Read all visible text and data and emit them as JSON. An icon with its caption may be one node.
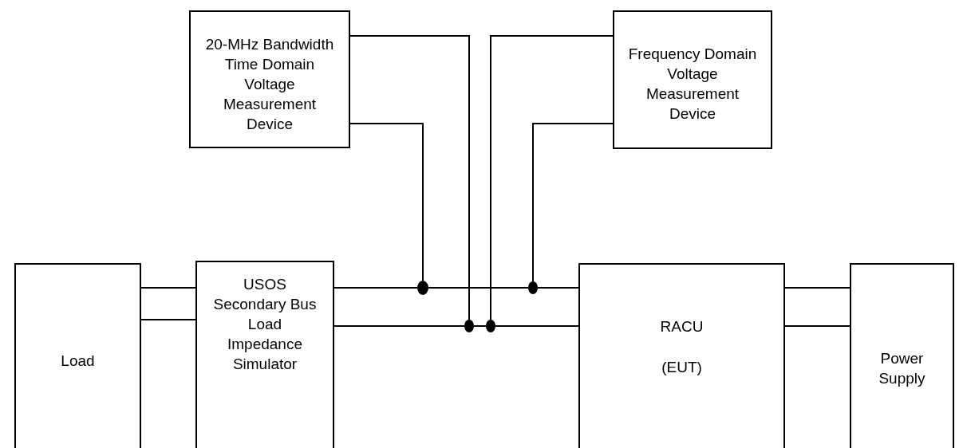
{
  "diagram": {
    "nodes": [
      {
        "text": [
          "20-MHz Bandwidth Time Domain Voltage Measurement Device"
        ]
      },
      {
        "text": [
          "Frequency Domain Voltage Measurement Device"
        ]
      },
      {
        "text": [
          "Load"
        ]
      },
      {
        "text": [
          "USOS Secondary Bus Load Impedance Simulator"
        ]
      },
      {
        "text": [],
        "shape": "circle"
      },
      {
        "text": [],
        "shape": "circle"
      },
      {
        "text": [],
        "shape": "circle"
      },
      {
        "text": [],
        "shape": "circle"
      },
      {
        "text": [
          "RACU",
          "(EUT)"
        ]
      },
      {
        "text": [
          "Power Supply"
        ]
      }
    ],
    "edges": [
      {
        "from": 2,
        "to": 3,
        "arrow": "none"
      },
      {
        "from": 2,
        "to": 3,
        "arrow": "none"
      },
      {
        "from": 3,
        "to": 4,
        "arrow": "none"
      },
      {
        "from": 4,
        "to": 7,
        "arrow": "none"
      },
      {
        "from": 7,
        "to": 8,
        "arrow": "none"
      },
      {
        "from": 3,
        "to": 5,
        "arrow": "none"
      },
      {
        "from": 5,
        "to": 6,
        "arrow": "none"
      },
      {
        "from": 6,
        "to": 8,
        "arrow": "none"
      },
      {
        "from": 0,
        "to": 4,
        "arrow": "none"
      },
      {
        "from": 0,
        "to": 5,
        "arrow": "none"
      },
      {
        "from": 1,
        "to": 6,
        "arrow": "none"
      },
      {
        "from": 1,
        "to": 7,
        "arrow": "none"
      },
      {
        "from": 8,
        "to": 9,
        "arrow": "none"
      },
      {
        "from": 8,
        "to": 9,
        "arrow": "none"
      }
    ]
  }
}
